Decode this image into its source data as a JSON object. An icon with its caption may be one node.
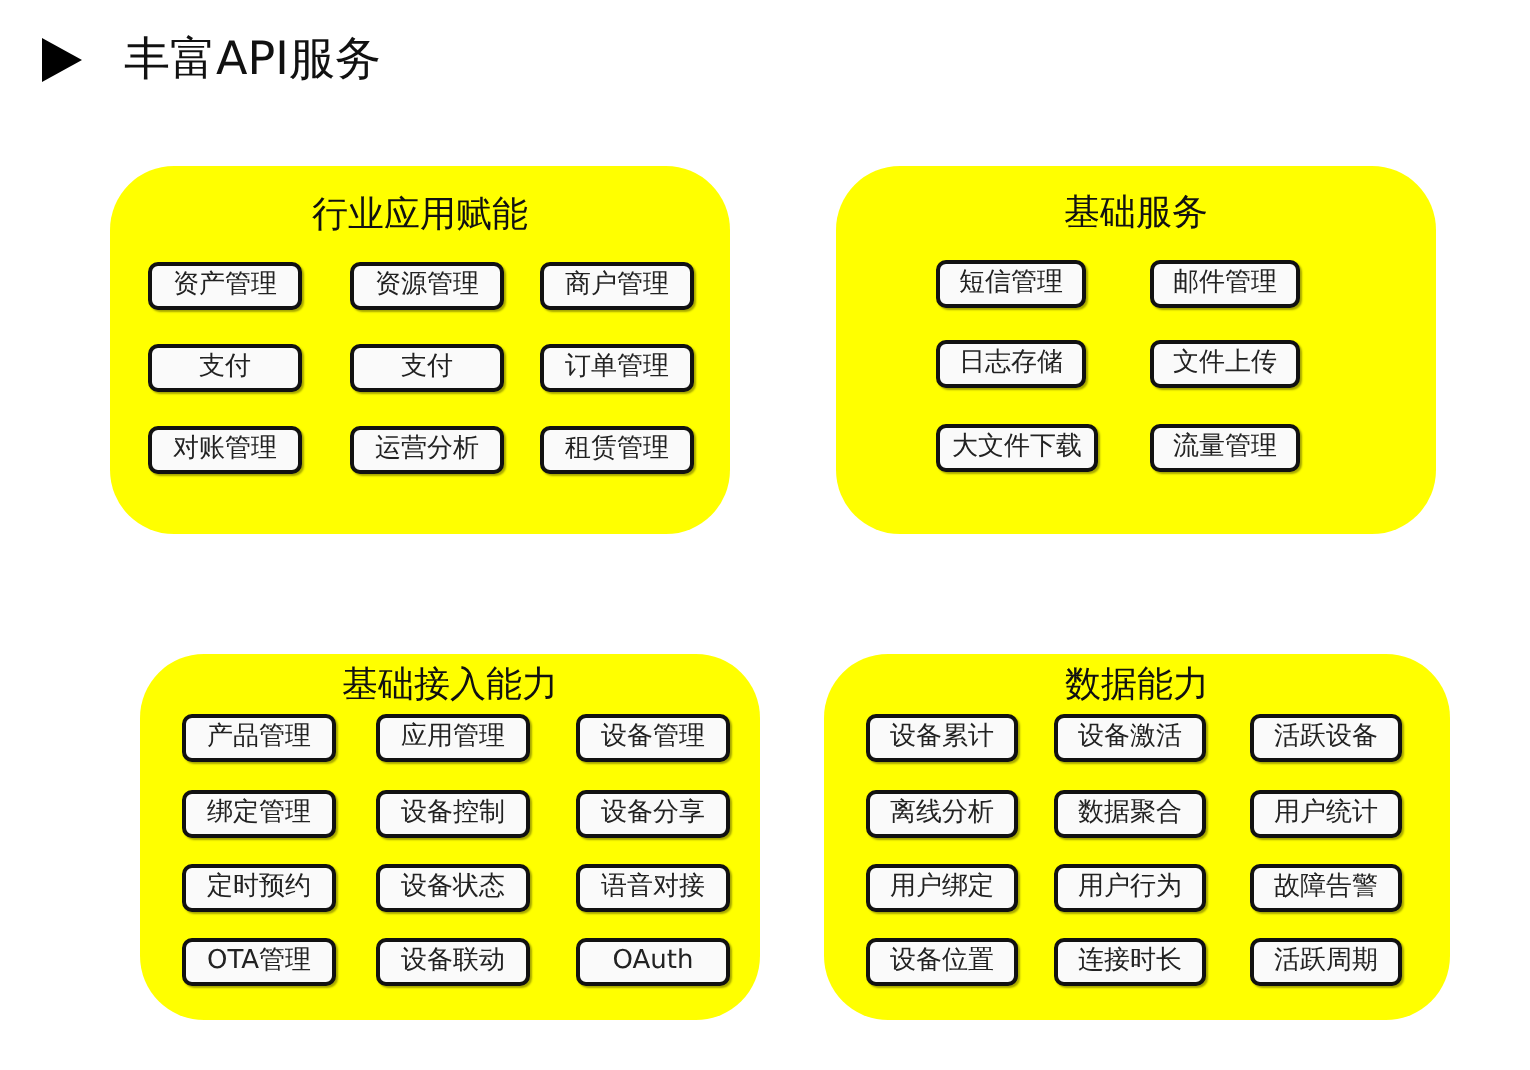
{
  "diagram": {
    "title": "丰富API服务",
    "nodes": [
      {
        "text": [
          "行业应用赋能"
        ]
      },
      {
        "text": [
          "资产管理"
        ],
        "in": 0
      },
      {
        "text": [
          "资源管理"
        ],
        "in": 0
      },
      {
        "text": [
          "商户管理"
        ],
        "in": 0
      },
      {
        "text": [
          "支付"
        ],
        "in": 0
      },
      {
        "text": [
          "支付"
        ],
        "in": 0
      },
      {
        "text": [
          "订单管理"
        ],
        "in": 0
      },
      {
        "text": [
          "对账管理"
        ],
        "in": 0
      },
      {
        "text": [
          "运营分析"
        ],
        "in": 0
      },
      {
        "text": [
          "租赁管理"
        ],
        "in": 0
      },
      {
        "text": [
          "基础服务"
        ]
      },
      {
        "text": [
          "短信管理"
        ],
        "in": 10
      },
      {
        "text": [
          "邮件管理"
        ],
        "in": 10
      },
      {
        "text": [
          "日志存储"
        ],
        "in": 10
      },
      {
        "text": [
          "文件上传"
        ],
        "in": 10
      },
      {
        "text": [
          "大文件下载"
        ],
        "in": 10
      },
      {
        "text": [
          "流量管理"
        ],
        "in": 10
      },
      {
        "text": [
          "基础接入能力"
        ]
      },
      {
        "text": [
          "产品管理"
        ],
        "in": 17
      },
      {
        "text": [
          "应用管理"
        ],
        "in": 17
      },
      {
        "text": [
          "设备管理"
        ],
        "in": 17
      },
      {
        "text": [
          "绑定管理"
        ],
        "in": 17
      },
      {
        "text": [
          "设备控制"
        ],
        "in": 17
      },
      {
        "text": [
          "设备分享"
        ],
        "in": 17
      },
      {
        "text": [
          "定时预约"
        ],
        "in": 17
      },
      {
        "text": [
          "设备状态"
        ],
        "in": 17
      },
      {
        "text": [
          "语音对接"
        ],
        "in": 17
      },
      {
        "text": [
          "OTA管理"
        ],
        "in": 17
      },
      {
        "text": [
          "设备联动"
        ],
        "in": 17
      },
      {
        "text": [
          "OAuth"
        ],
        "in": 17
      },
      {
        "text": [
          "数据能力"
        ]
      },
      {
        "text": [
          "设备累计"
        ],
        "in": 30
      },
      {
        "text": [
          "设备激活"
        ],
        "in": 30
      },
      {
        "text": [
          "活跃设备"
        ],
        "in": 30
      },
      {
        "text": [
          "离线分析"
        ],
        "in": 30
      },
      {
        "text": [
          "数据聚合"
        ],
        "in": 30
      },
      {
        "text": [
          "用户统计"
        ],
        "in": 30
      },
      {
        "text": [
          "用户绑定"
        ],
        "in": 30
      },
      {
        "text": [
          "用户行为"
        ],
        "in": 30
      },
      {
        "text": [
          "故障告警"
        ],
        "in": 30
      },
      {
        "text": [
          "设备位置"
        ],
        "in": 30
      },
      {
        "text": [
          "连接时长"
        ],
        "in": 30
      },
      {
        "text": [
          "活跃周期"
        ],
        "in": 30
      }
    ]
  }
}
